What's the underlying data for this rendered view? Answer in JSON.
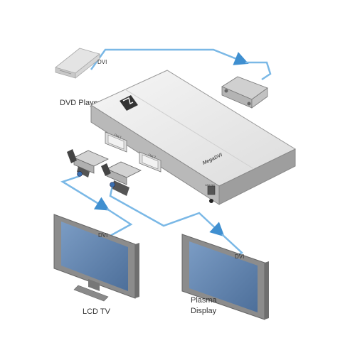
{
  "labels": {
    "dvd_cable": "DVI",
    "dvd_player": "DVD Player",
    "lcd_cable": "DVI",
    "plasma_cable": "DVI",
    "lcd_tv": "LCD TV",
    "plasma_line1": "Plasma",
    "plasma_line2": "Display"
  },
  "device": {
    "out1_label": "Out 1",
    "out2_label": "Out 2",
    "model_text": "MegaDVI",
    "power_label": "12V DC"
  },
  "colors": {
    "cable": "#7ab8e6",
    "cable_dark": "#3f8fd0",
    "device_top": "#eeeeee",
    "device_front": "#b9b9b9",
    "device_side": "#9e9e9e",
    "screen": "#5f82ad",
    "bezel": "#8c8c8c"
  }
}
